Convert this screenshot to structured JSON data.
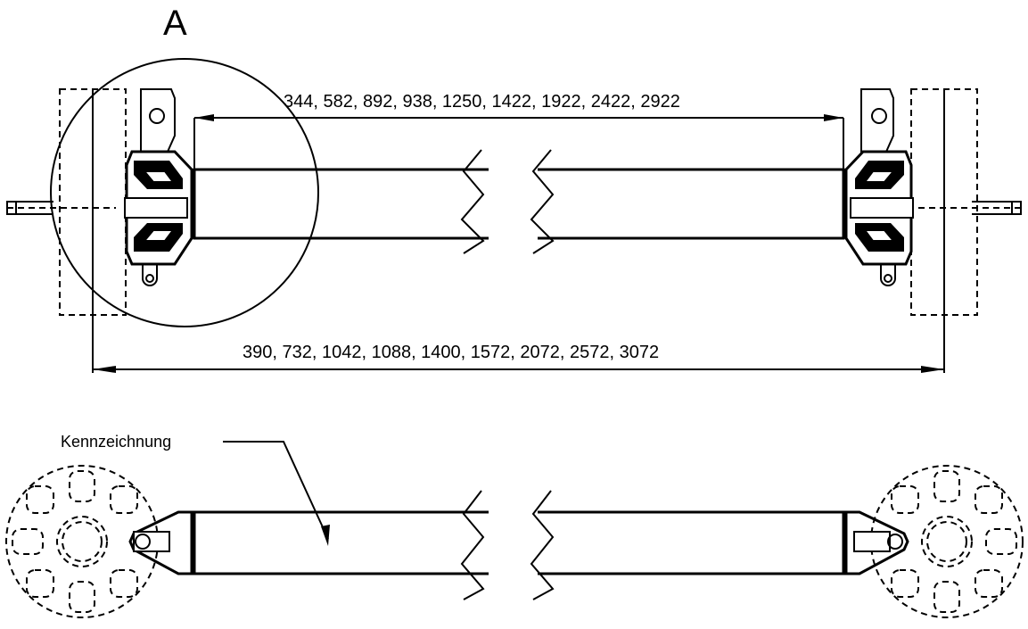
{
  "drawing": {
    "detail_label": "A",
    "inner_dimensions": "344, 582, 892, 938, 1250, 1422, 1922, 2422, 2922",
    "outer_dimensions": "390, 732, 1042, 1088, 1400, 1572, 2072, 2572, 3072",
    "marking_label": "Kennzeichnung"
  }
}
